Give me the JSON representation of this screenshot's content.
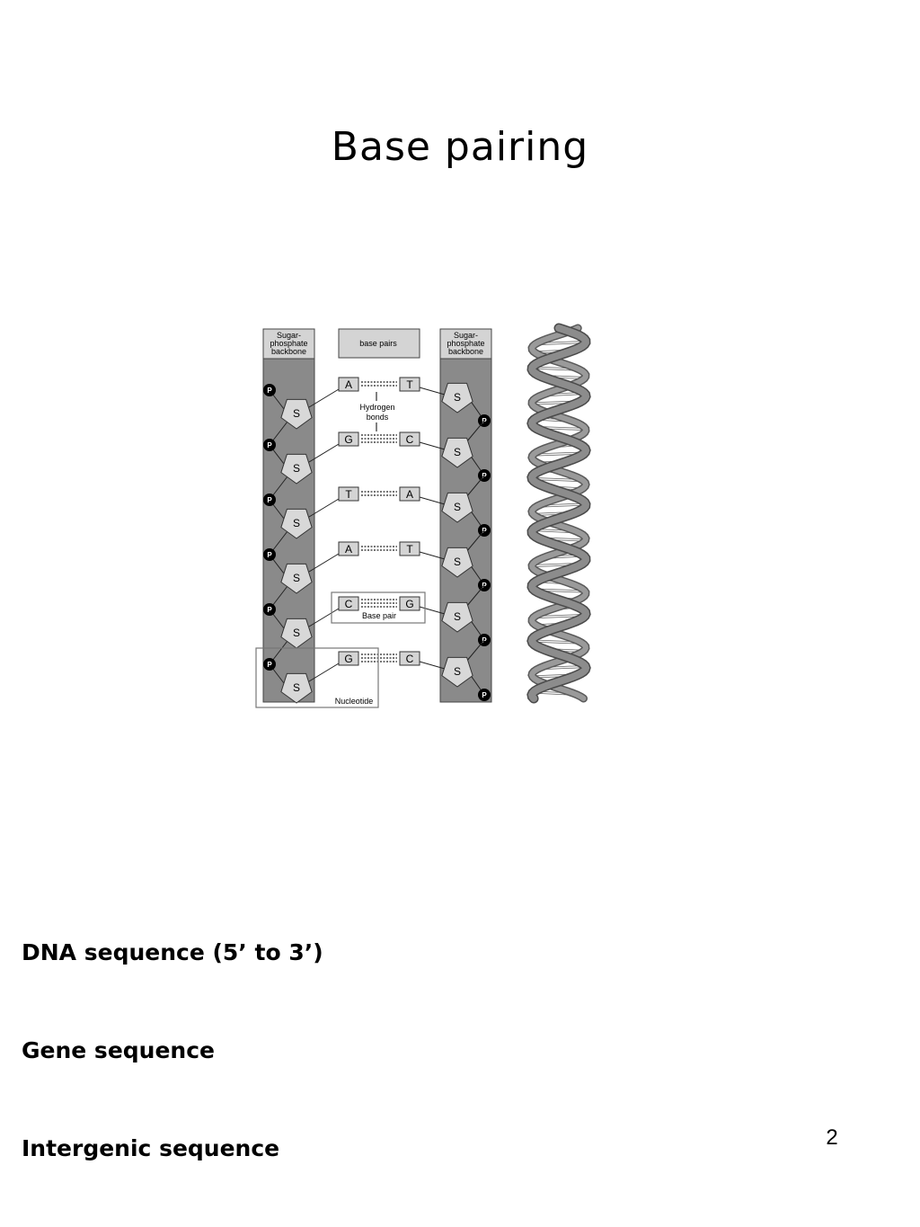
{
  "title": "Base pairing",
  "diagram": {
    "left_header": [
      "Sugar-",
      "phosphate",
      "backbone"
    ],
    "right_header": [
      "Sugar-",
      "phosphate",
      "backbone"
    ],
    "center_header": "base pairs",
    "phosphate_label": "P",
    "sugar_label": "S",
    "pairs": [
      [
        "A",
        "T"
      ],
      [
        "G",
        "C"
      ],
      [
        "T",
        "A"
      ],
      [
        "A",
        "T"
      ],
      [
        "C",
        "G"
      ],
      [
        "G",
        "C"
      ]
    ],
    "hydrogen_label": [
      "Hydrogen",
      "bonds"
    ],
    "base_pair_label": "Base pair",
    "nucleotide_label": "Nucleotide"
  },
  "terms": {
    "dna_sequence": "DNA sequence (5’ to 3’)",
    "gene_sequence": "Gene sequence",
    "intergenic_sequence": "Intergenic sequence"
  },
  "page_number": "2",
  "colors": {
    "backbone": "#8a8a8a",
    "header_box": "#d4d4d4",
    "sugar": "#d8d8d8",
    "base_box": "#d4d4d4",
    "phosphate": "#000000",
    "helix": "#8c8c8c"
  }
}
